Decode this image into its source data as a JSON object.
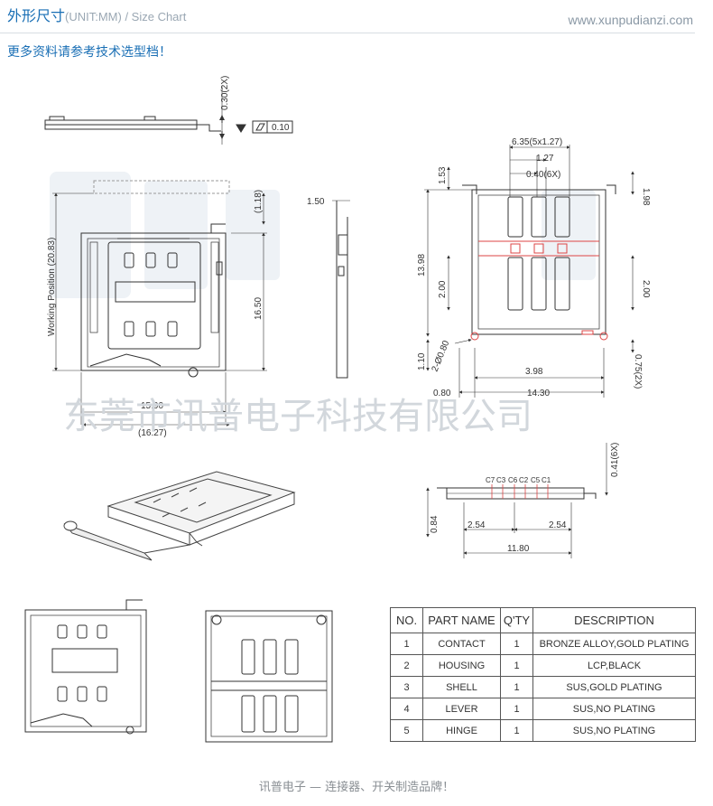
{
  "header": {
    "title_cn": "外形尺寸",
    "title_en": "(UNIT:MM) / Size Chart",
    "website": "www.xunpudianzi.com",
    "subtitle": "更多资料请参考技术选型档！"
  },
  "watermark": {
    "text": "东莞市讯普电子科技有限公司"
  },
  "dimensions": {
    "side_thickness": "0.30(2X)",
    "flatness": "0.10",
    "front_top": "(1.18)",
    "working_position": "Working Position (20.83)",
    "length_16_50": "16.50",
    "width_15_90": "15.90",
    "width_16_27": "(16.27)",
    "side_1_50": "1.50",
    "pitch_total": "6.35(5x1.27)",
    "pitch": "1.27",
    "pad_width": "0.40(6X)",
    "top_1_53": "1.53",
    "top_1_98": "1.98",
    "height_13_98": "13.98",
    "pad_2_00_left": "2.00",
    "pad_2_00_right": "2.00",
    "bottom_1_10": "1.10",
    "hole": "2-Ø0.80",
    "pin_3_98": "3.98",
    "pin_0_75": "0.75(2X)",
    "left_0_80": "0.80",
    "width_14_30": "14.30",
    "contact_0_41": "0.41(6X)",
    "height_0_84": "0.84",
    "pin_2_54_left": "2.54",
    "pin_2_54_right": "2.54",
    "width_11_80": "11.80",
    "contacts": [
      "C7",
      "C3",
      "C6",
      "C2",
      "C5",
      "C1"
    ]
  },
  "parts_table": {
    "headers": [
      "NO.",
      "PART NAME",
      "Q'TY",
      "DESCRIPTION"
    ],
    "rows": [
      {
        "no": "1",
        "name": "CONTACT",
        "qty": "1",
        "desc": "BRONZE ALLOY,GOLD PLATING"
      },
      {
        "no": "2",
        "name": "HOUSING",
        "qty": "1",
        "desc": "LCP,BLACK"
      },
      {
        "no": "3",
        "name": "SHELL",
        "qty": "1",
        "desc": "SUS,GOLD PLATING"
      },
      {
        "no": "4",
        "name": "LEVER",
        "qty": "1",
        "desc": "SUS,NO PLATING"
      },
      {
        "no": "5",
        "name": "HINGE",
        "qty": "1",
        "desc": "SUS,NO PLATING"
      }
    ]
  },
  "footer": {
    "text": "讯普电子 — 连接器、开关制造品牌！"
  }
}
